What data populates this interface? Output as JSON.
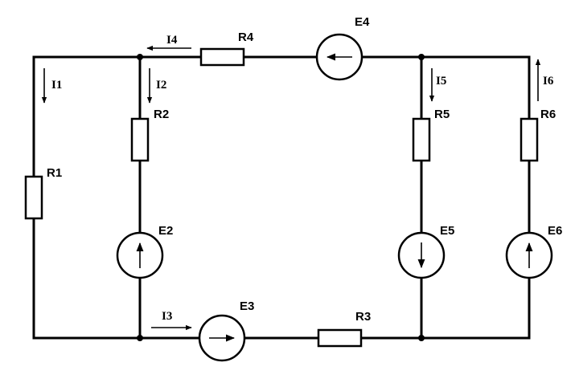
{
  "components": {
    "R1": "R1",
    "R2": "R2",
    "R3": "R3",
    "R4": "R4",
    "R5": "R5",
    "R6": "R6",
    "E2": "E2",
    "E3": "E3",
    "E4": "E4",
    "E5": "E5",
    "E6": "E6"
  },
  "currents": {
    "I1": "I1",
    "I2": "I2",
    "I3": "I3",
    "I4": "I4",
    "I5": "I5",
    "I6": "I6"
  },
  "sources": {
    "E2": {
      "direction": "up"
    },
    "E3": {
      "direction": "right"
    },
    "E4": {
      "direction": "left"
    },
    "E5": {
      "direction": "down"
    },
    "E6": {
      "direction": "up"
    }
  },
  "colors": {
    "line": "#000000",
    "background": "#ffffff"
  }
}
